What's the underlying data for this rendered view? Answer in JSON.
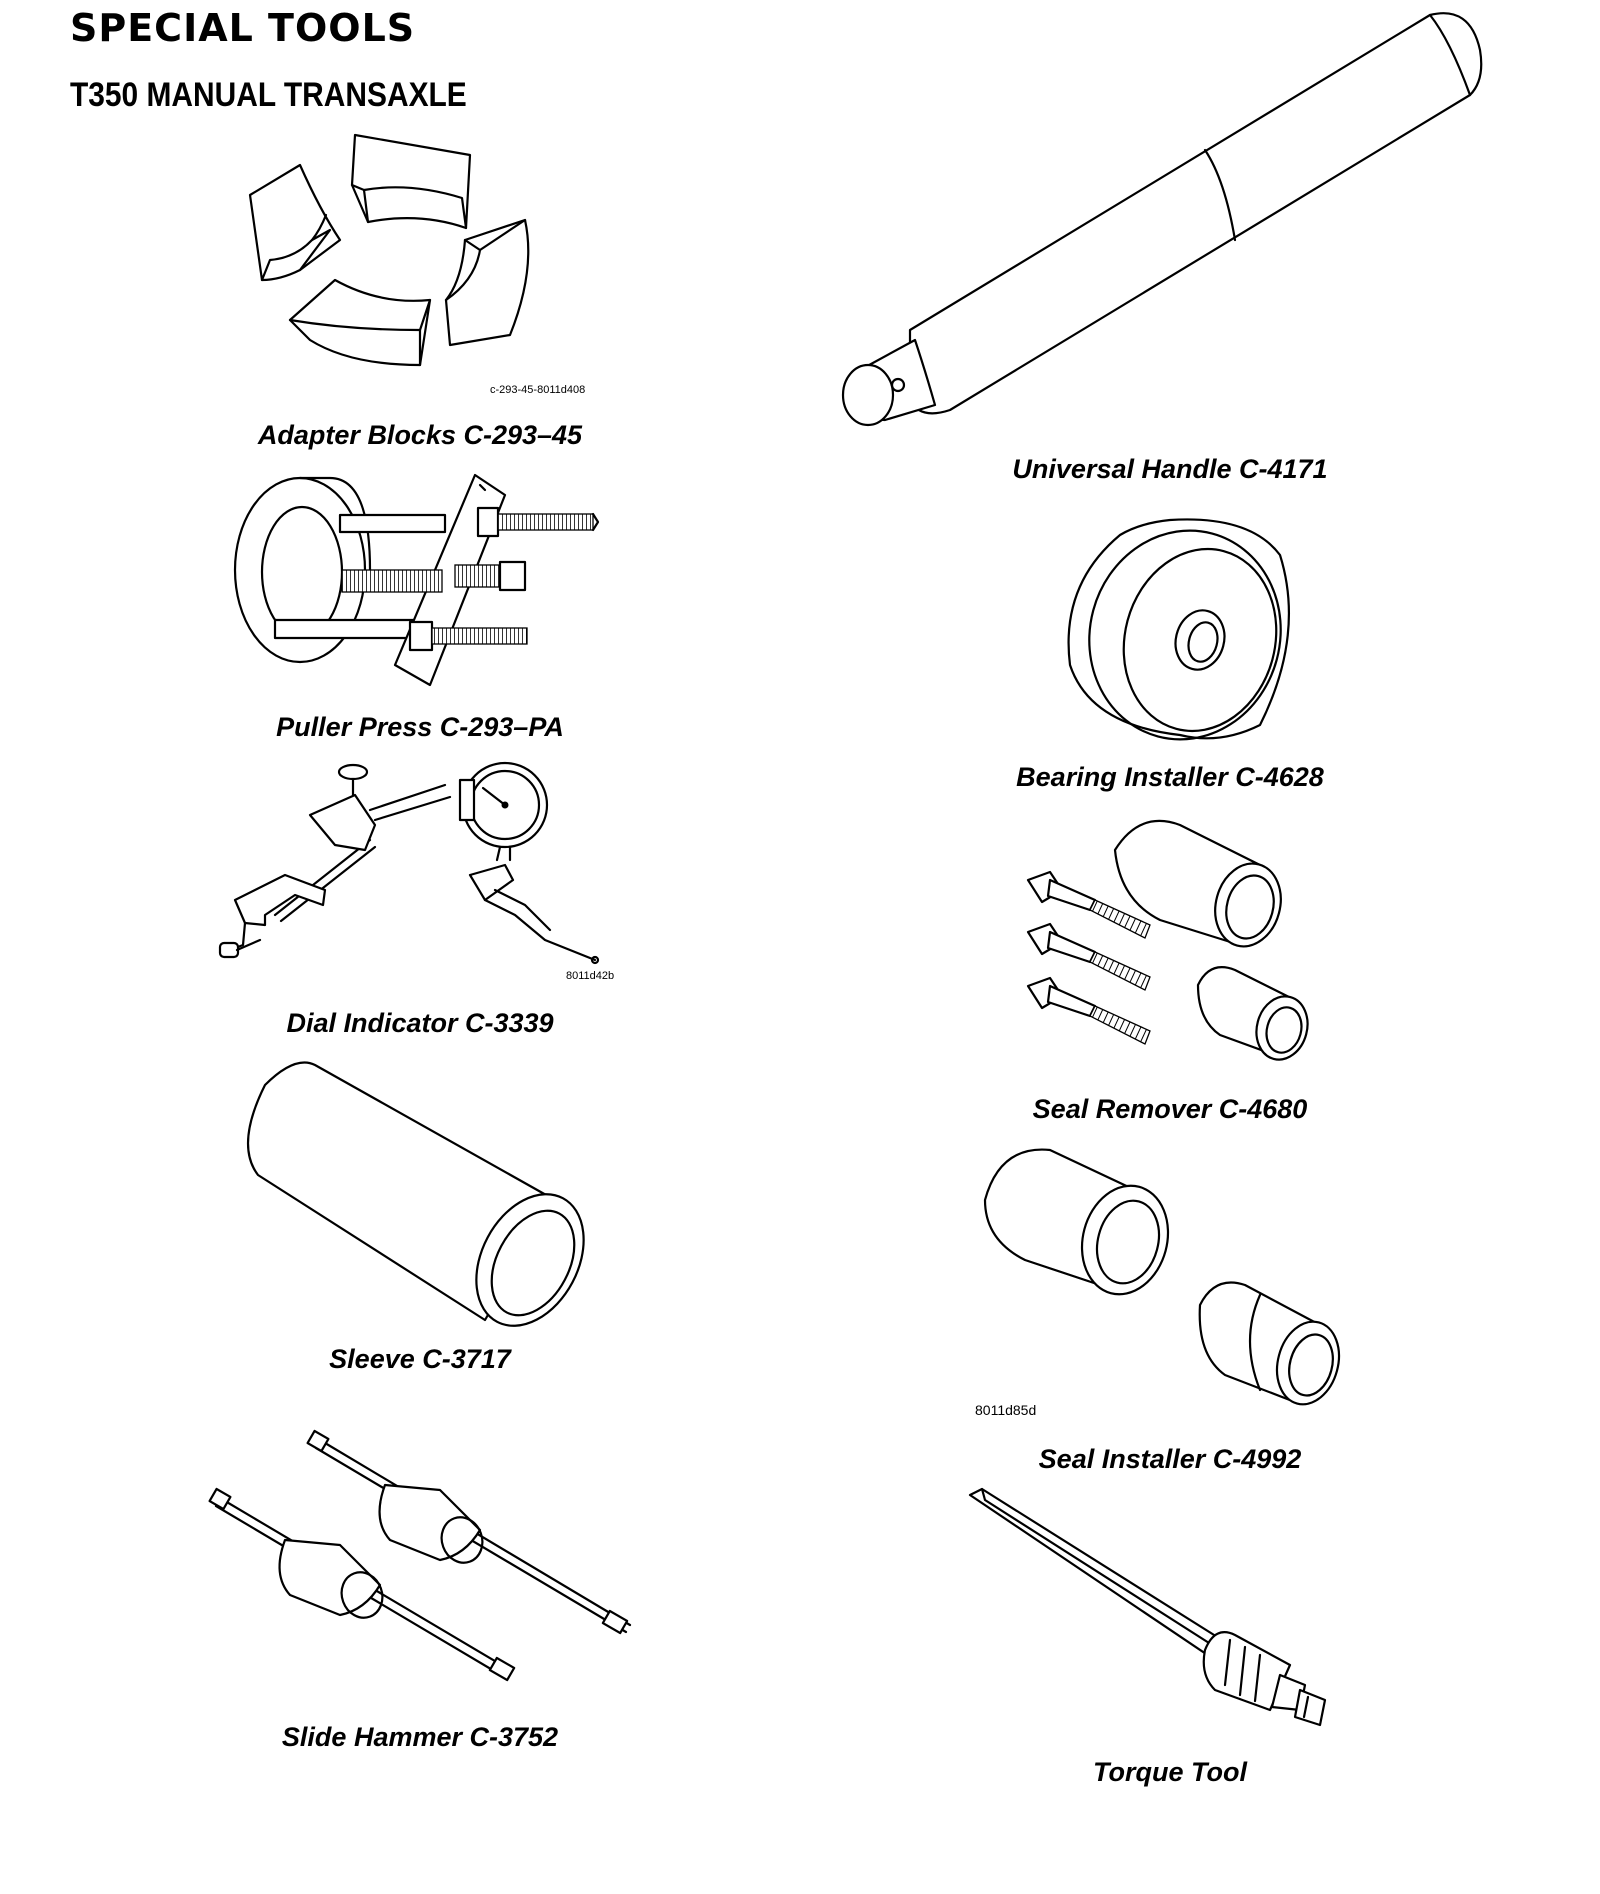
{
  "header": {
    "title": "SPECIAL TOOLS",
    "subtitle": "T350 MANUAL TRANSAXLE"
  },
  "tools": {
    "adapter_blocks": {
      "caption": "Adapter Blocks C-293–45",
      "figure_code": "c-293-45-8011d408",
      "icon": "adapter-blocks-illustration"
    },
    "puller_press": {
      "caption": "Puller Press C-293–PA",
      "icon": "puller-press-illustration"
    },
    "dial_indicator": {
      "caption": "Dial Indicator C-3339",
      "figure_code": "8011d42b",
      "icon": "dial-indicator-illustration"
    },
    "sleeve": {
      "caption": "Sleeve C-3717",
      "icon": "sleeve-illustration"
    },
    "slide_hammer": {
      "caption": "Slide Hammer C-3752",
      "icon": "slide-hammer-illustration"
    },
    "universal_handle": {
      "caption": "Universal Handle C-4171",
      "icon": "universal-handle-illustration"
    },
    "bearing_installer": {
      "caption": "Bearing Installer C-4628",
      "icon": "bearing-installer-illustration"
    },
    "seal_remover": {
      "caption": "Seal Remover C-4680",
      "icon": "seal-remover-illustration"
    },
    "seal_installer": {
      "caption": "Seal Installer C-4992",
      "figure_code": "8011d85d",
      "icon": "seal-installer-illustration"
    },
    "torque_tool": {
      "caption": "Torque Tool",
      "icon": "torque-tool-illustration"
    }
  }
}
